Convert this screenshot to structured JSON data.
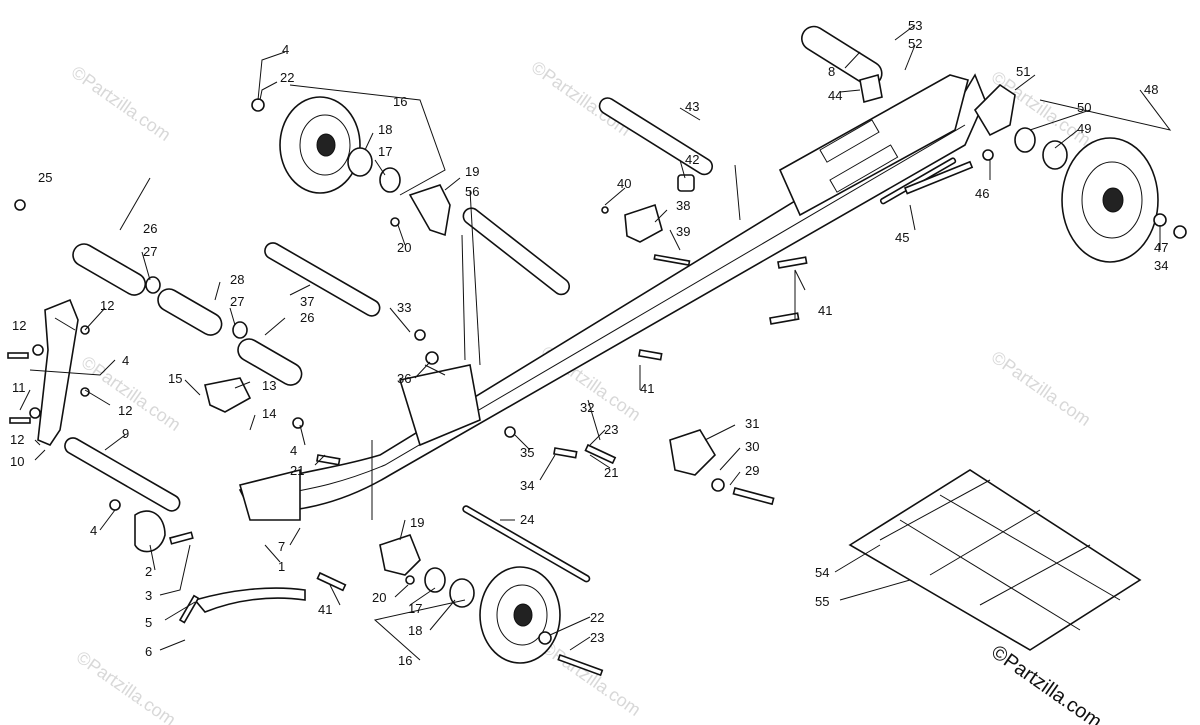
{
  "diagram": {
    "copyright": "©Partzilla.com",
    "watermark": "©Partzilla.com",
    "part_labels": [
      "1",
      "2",
      "3",
      "4",
      "5",
      "6",
      "7",
      "8",
      "9",
      "10",
      "11",
      "12",
      "13",
      "14",
      "15",
      "16",
      "17",
      "18",
      "19",
      "20",
      "21",
      "22",
      "23",
      "24",
      "25",
      "26",
      "27",
      "28",
      "29",
      "30",
      "31",
      "32",
      "33",
      "34",
      "35",
      "36",
      "37",
      "38",
      "39",
      "40",
      "41",
      "42",
      "43",
      "44",
      "45",
      "46",
      "47",
      "48",
      "49",
      "50",
      "51",
      "52",
      "53",
      "54",
      "55",
      "56"
    ]
  }
}
